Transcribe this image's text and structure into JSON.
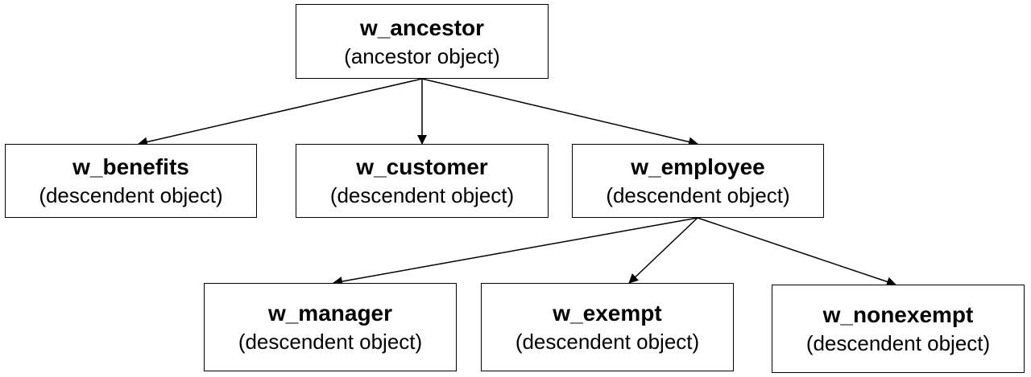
{
  "nodes": {
    "ancestor": {
      "name": "w_ancestor",
      "desc": "(ancestor object)"
    },
    "benefits": {
      "name": "w_benefits",
      "desc": "(descendent object)"
    },
    "customer": {
      "name": "w_customer",
      "desc": "(descendent object)"
    },
    "employee": {
      "name": "w_employee",
      "desc": "(descendent object)"
    },
    "manager": {
      "name": "w_manager",
      "desc": "(descendent object)"
    },
    "exempt": {
      "name": "w_exempt",
      "desc": "(descendent object)"
    },
    "nonexempt": {
      "name": "w_nonexempt",
      "desc": "(descendent object)"
    }
  },
  "edges": [
    {
      "from": "ancestor",
      "to": "benefits"
    },
    {
      "from": "ancestor",
      "to": "customer"
    },
    {
      "from": "ancestor",
      "to": "employee"
    },
    {
      "from": "employee",
      "to": "manager"
    },
    {
      "from": "employee",
      "to": "exempt"
    },
    {
      "from": "employee",
      "to": "nonexempt"
    }
  ]
}
